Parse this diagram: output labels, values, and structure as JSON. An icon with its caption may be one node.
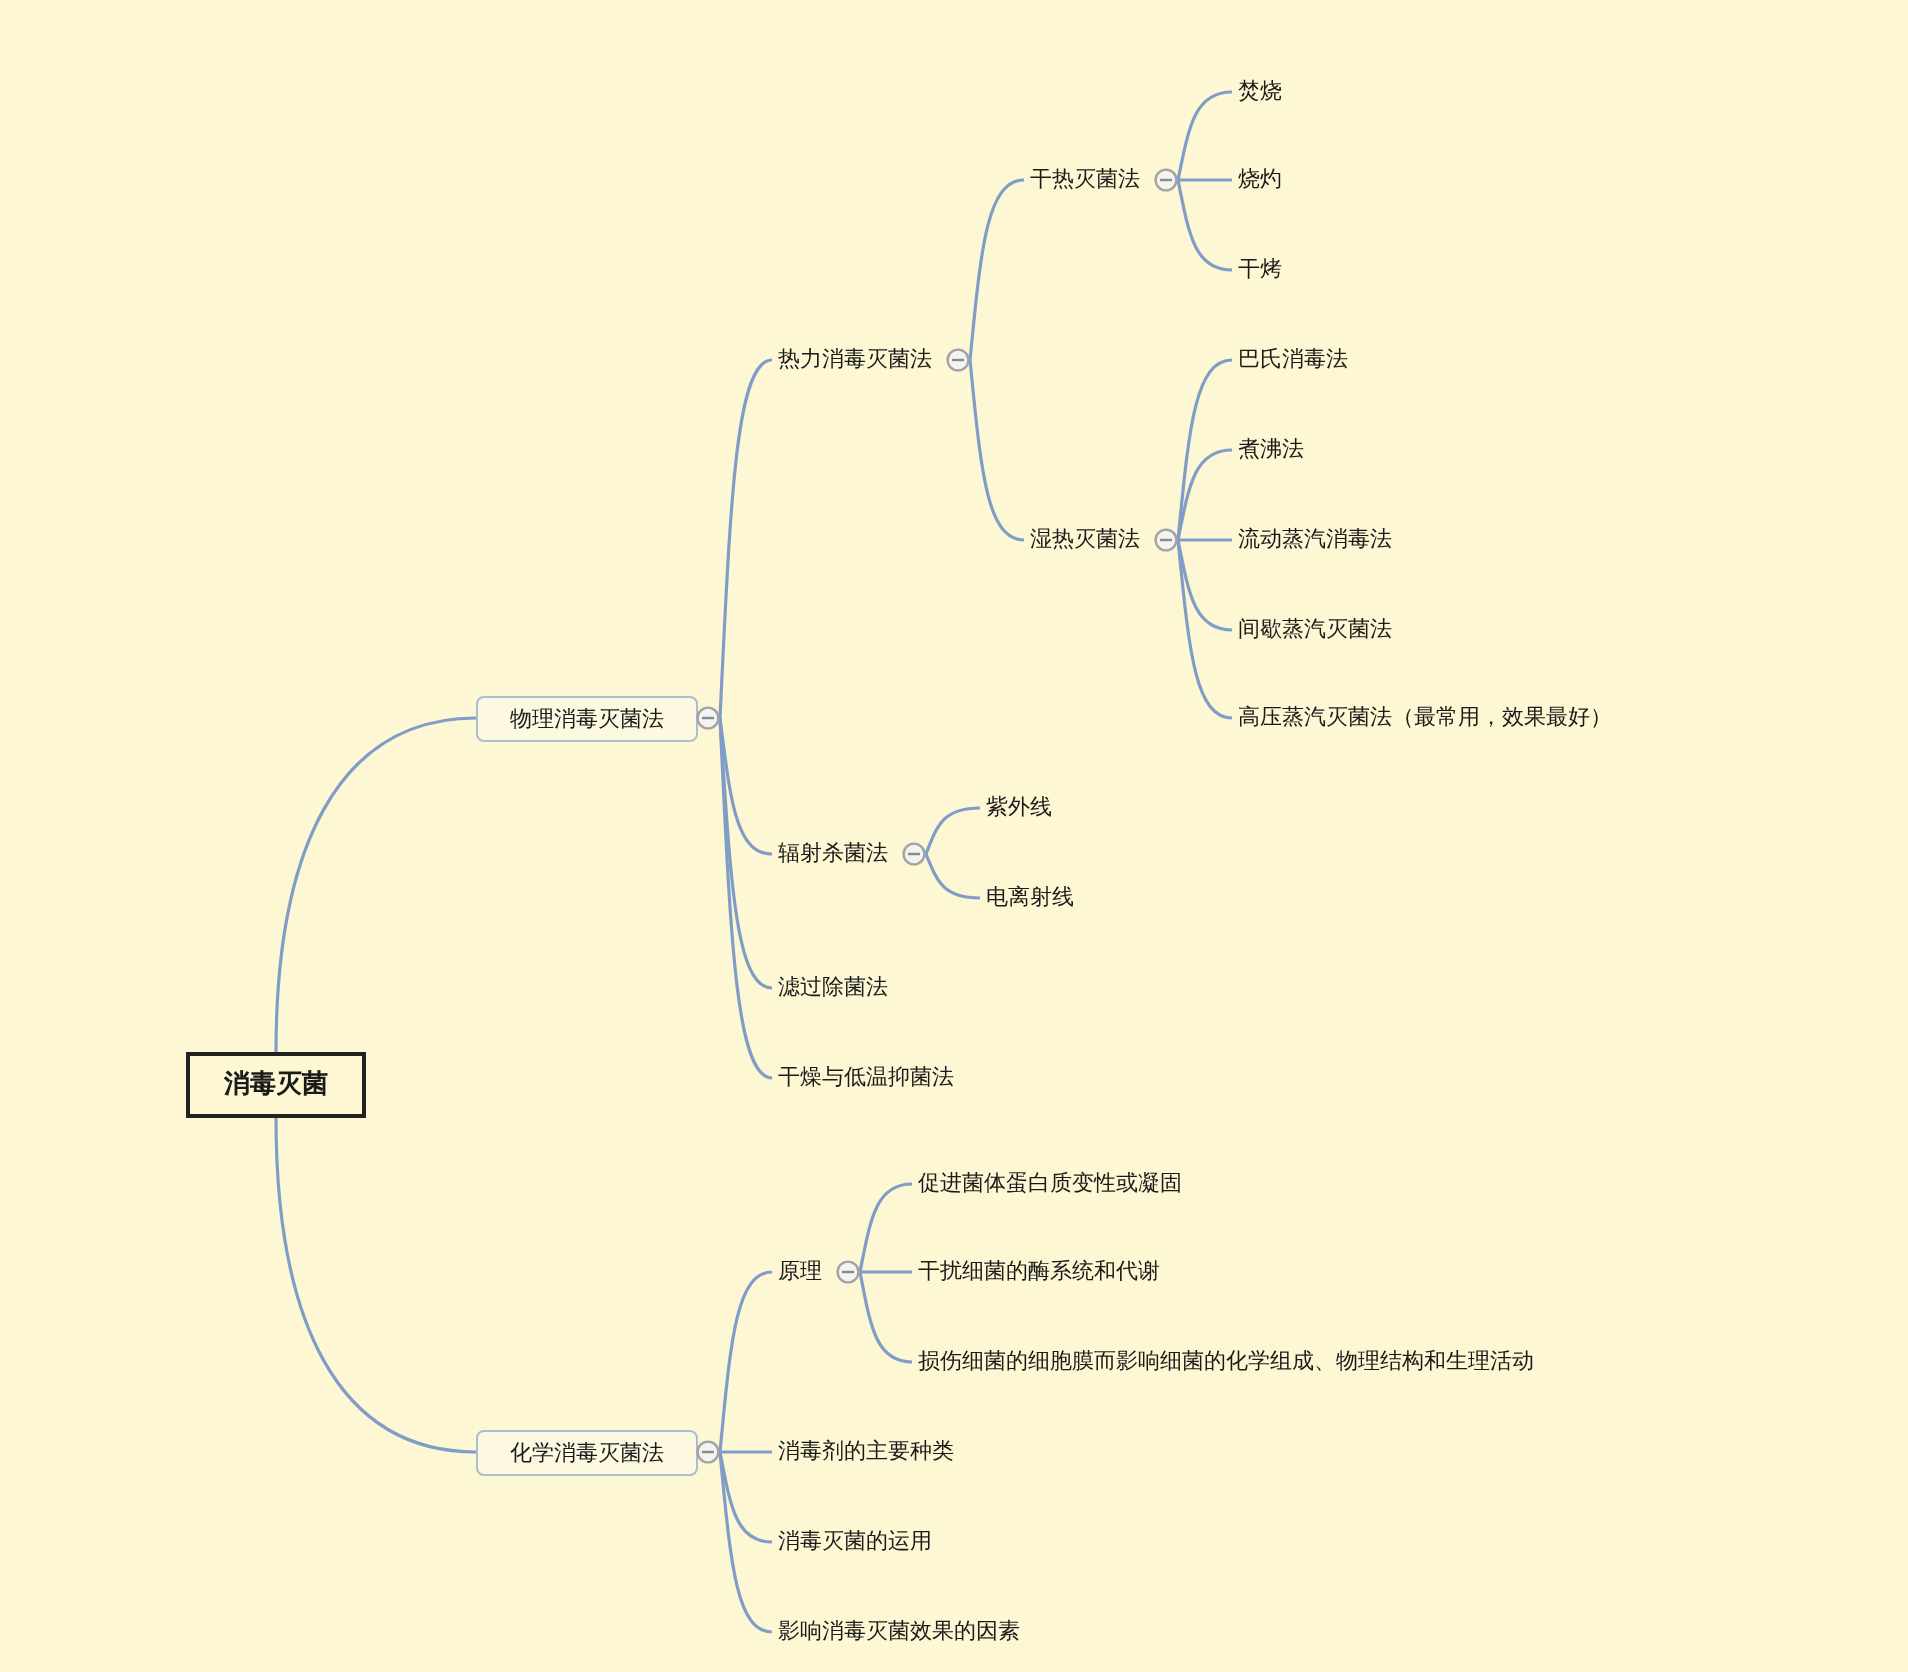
{
  "diagram": {
    "nodes": [
      {
        "text": [
          "消毒灭菌"
        ]
      },
      {
        "text": [
          "物理消毒灭菌法"
        ]
      },
      {
        "text": [
          "热力消毒灭菌法"
        ]
      },
      {
        "text": [
          "干热灭菌法"
        ]
      },
      {
        "text": [
          "焚烧"
        ]
      },
      {
        "text": [
          "烧灼"
        ]
      },
      {
        "text": [
          "干烤"
        ]
      },
      {
        "text": [
          "湿热灭菌法"
        ]
      },
      {
        "text": [
          "巴氏消毒法"
        ]
      },
      {
        "text": [
          "煮沸法"
        ]
      },
      {
        "text": [
          "流动蒸汽消毒法"
        ]
      },
      {
        "text": [
          "间歇蒸汽灭菌法"
        ]
      },
      {
        "text": [
          "高压蒸汽灭菌法（最常用，效果最好）"
        ]
      },
      {
        "text": [
          "辐射杀菌法"
        ]
      },
      {
        "text": [
          "紫外线"
        ]
      },
      {
        "text": [
          "电离射线"
        ]
      },
      {
        "text": [
          "滤过除菌法"
        ]
      },
      {
        "text": [
          "干燥与低温抑菌法"
        ]
      },
      {
        "text": [
          "化学消毒灭菌法"
        ]
      },
      {
        "text": [
          "原理"
        ]
      },
      {
        "text": [
          "促进菌体蛋白质变性或凝固"
        ]
      },
      {
        "text": [
          "干扰细菌的酶系统和代谢"
        ]
      },
      {
        "text": [
          "损伤细菌的细胞膜而影响细菌的化学组成、物理结构和生理活动"
        ]
      },
      {
        "text": [
          "消毒剂的主要种类"
        ]
      },
      {
        "text": [
          "消毒灭菌的运用"
        ]
      },
      {
        "text": [
          "影响消毒灭菌效果的因素"
        ]
      }
    ],
    "edges": [
      {
        "from": 0,
        "to": 1,
        "arrow": "none"
      },
      {
        "from": 0,
        "to": 18,
        "arrow": "none"
      },
      {
        "from": 1,
        "to": 2,
        "arrow": "none"
      },
      {
        "from": 1,
        "to": 13,
        "arrow": "none"
      },
      {
        "from": 1,
        "to": 16,
        "arrow": "none"
      },
      {
        "from": 1,
        "to": 17,
        "arrow": "none"
      },
      {
        "from": 2,
        "to": 3,
        "arrow": "none"
      },
      {
        "from": 2,
        "to": 7,
        "arrow": "none"
      },
      {
        "from": 3,
        "to": 4,
        "arrow": "none"
      },
      {
        "from": 3,
        "to": 5,
        "arrow": "none"
      },
      {
        "from": 3,
        "to": 6,
        "arrow": "none"
      },
      {
        "from": 7,
        "to": 8,
        "arrow": "none"
      },
      {
        "from": 7,
        "to": 9,
        "arrow": "none"
      },
      {
        "from": 7,
        "to": 10,
        "arrow": "none"
      },
      {
        "from": 7,
        "to": 11,
        "arrow": "none"
      },
      {
        "from": 7,
        "to": 12,
        "arrow": "none"
      },
      {
        "from": 13,
        "to": 14,
        "arrow": "none"
      },
      {
        "from": 13,
        "to": 15,
        "arrow": "none"
      },
      {
        "from": 18,
        "to": 19,
        "arrow": "none"
      },
      {
        "from": 18,
        "to": 23,
        "arrow": "none"
      },
      {
        "from": 18,
        "to": 24,
        "arrow": "none"
      },
      {
        "from": 18,
        "to": 25,
        "arrow": "none"
      },
      {
        "from": 19,
        "to": 20,
        "arrow": "none"
      },
      {
        "from": 19,
        "to": 21,
        "arrow": "none"
      },
      {
        "from": 19,
        "to": 22,
        "arrow": "none"
      }
    ]
  }
}
